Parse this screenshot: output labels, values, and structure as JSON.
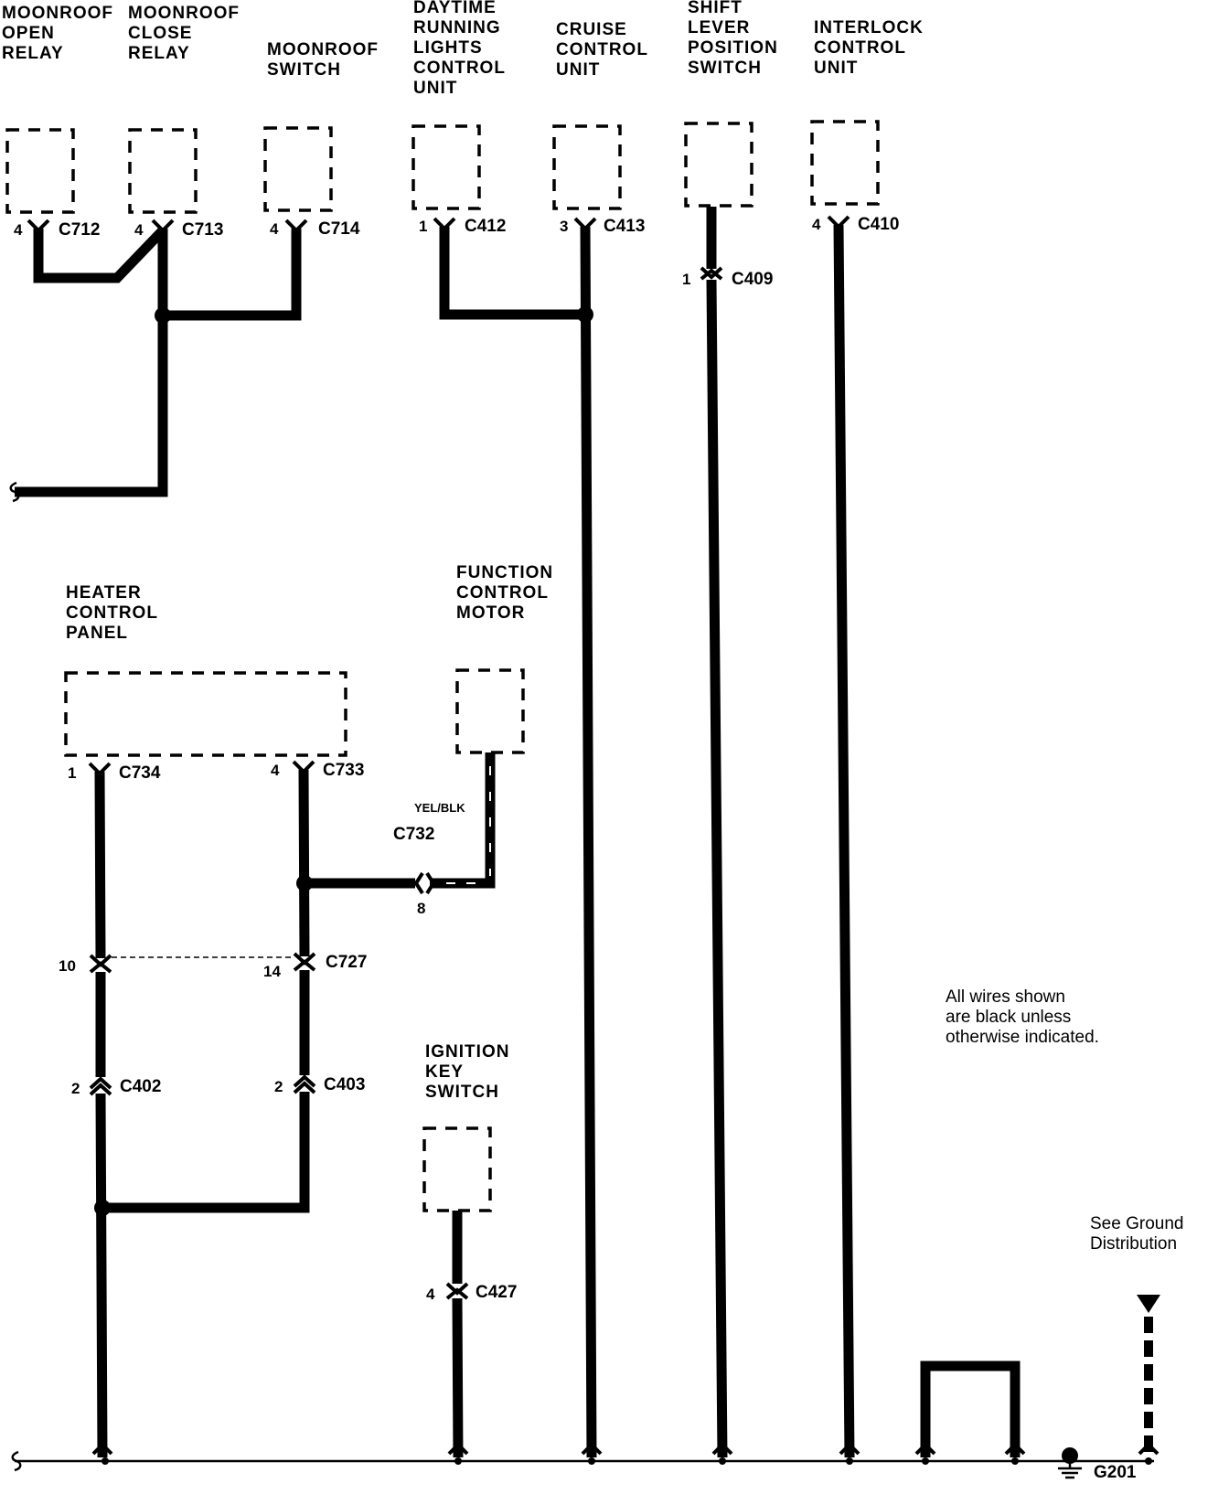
{
  "components": {
    "moonroof_open_relay": [
      "MOONROOF",
      "OPEN",
      "RELAY"
    ],
    "moonroof_close_relay": [
      "MOONROOF",
      "CLOSE",
      "RELAY"
    ],
    "moonroof_switch": [
      "MOONROOF",
      "SWITCH"
    ],
    "drl_unit": [
      "DAYTIME",
      "RUNNING",
      "LIGHTS",
      "CONTROL",
      "UNIT"
    ],
    "cruise_unit": [
      "CRUISE",
      "CONTROL",
      "UNIT"
    ],
    "shift_switch": [
      "SHIFT",
      "LEVER",
      "POSITION",
      "SWITCH"
    ],
    "interlock_unit": [
      "INTERLOCK",
      "CONTROL",
      "UNIT"
    ],
    "heater_panel": [
      "HEATER",
      "CONTROL",
      "PANEL"
    ],
    "function_motor": [
      "FUNCTION",
      "CONTROL",
      "MOTOR"
    ],
    "ignition_switch": [
      "IGNITION",
      "KEY",
      "SWITCH"
    ]
  },
  "connectors": {
    "c712": {
      "pin": "4",
      "name": "C712"
    },
    "c713": {
      "pin": "4",
      "name": "C713"
    },
    "c714": {
      "pin": "4",
      "name": "C714"
    },
    "c412": {
      "pin": "1",
      "name": "C412"
    },
    "c413": {
      "pin": "3",
      "name": "C413"
    },
    "c409": {
      "pin": "1",
      "name": "C409"
    },
    "c410": {
      "pin": "4",
      "name": "C410"
    },
    "c734": {
      "pin": "1",
      "name": "C734"
    },
    "c733": {
      "pin": "4",
      "name": "C733"
    },
    "c732": {
      "pin": "8",
      "name": "C732"
    },
    "c727": {
      "pin_left": "10",
      "pin_right": "14",
      "name": "C727"
    },
    "c402": {
      "pin": "2",
      "name": "C402"
    },
    "c403": {
      "pin": "2",
      "name": "C403"
    },
    "c427": {
      "pin": "4",
      "name": "C427"
    }
  },
  "wire_color": "YEL/BLK",
  "note": [
    "All wires shown",
    "are black unless",
    "otherwise indicated."
  ],
  "ground_ref": [
    "See Ground",
    "Distribution"
  ],
  "ground_name": "G201"
}
